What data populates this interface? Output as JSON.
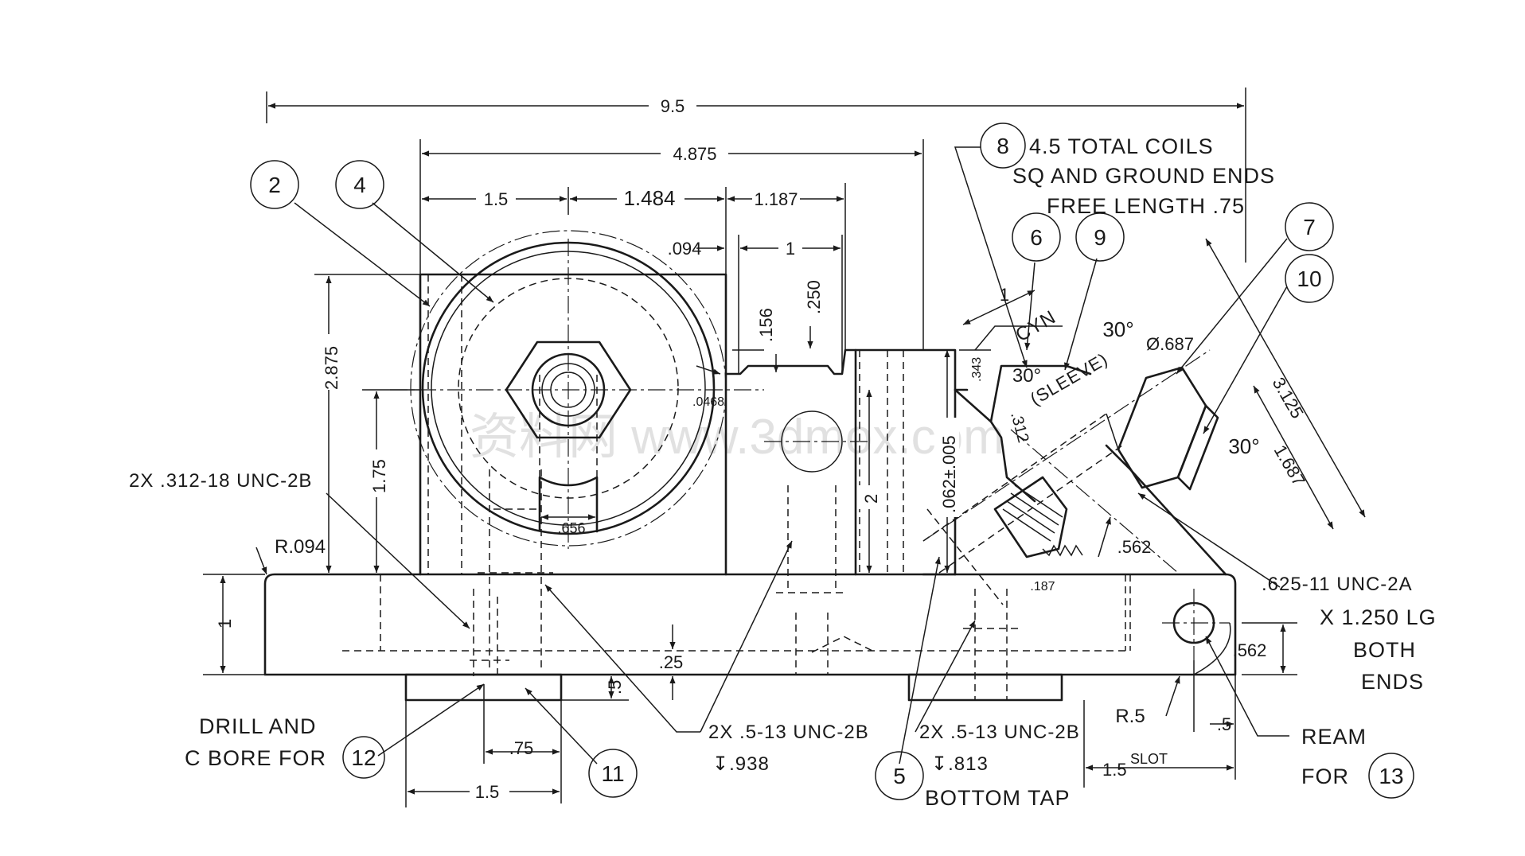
{
  "title": "",
  "watermark": "资料网 www.3dmox.com",
  "balloons": [
    "2",
    "4",
    "8",
    "6",
    "9",
    "7",
    "10",
    "11",
    "12",
    "5",
    "13"
  ],
  "dimensions": {
    "overall": "9.5",
    "upright": "4.875",
    "d1": "1.5",
    "d2": "1.484",
    "d3": "1.187",
    "d4": ".094",
    "d5": "1",
    "d6": ".250",
    "d7": ".156",
    "d8": ".0468",
    "d9": ".343",
    "d10": "2.875",
    "d11": "1.75",
    "d12": ".656",
    "d13": "2",
    "d14": ".062±.005",
    "d15": ".312",
    "d16": ".187",
    "d17": ".562",
    "d18": "3.125",
    "d19": "1.687",
    "d20": "30°",
    "d21": "30°",
    "d22": "30°",
    "d23": "1",
    "d24": "Ø.687",
    "d25": "R.094",
    "d26": "1",
    "d27": ".25",
    "d28": ".5",
    "d29": ".75",
    "d30": "1.5",
    "d31": ".562",
    "d32": "R.5",
    "d33": ".5",
    "d34": "1.5",
    "d35": "SLOT"
  },
  "notes": {
    "spring1": "4.5 TOTAL COILS",
    "spring2": "SQ AND GROUND ENDS",
    "spring3": "FREE LENGTH .75",
    "cyn": "CYN",
    "sleeve": "(SLEEVE)",
    "tap312": "2X .312-18 UNC-2B",
    "drill1": "DRILL AND",
    "drill2": "C BORE FOR",
    "tap5a1": "2X .5-13 UNC-2B",
    "tap5a2": "↧.938",
    "tap5b1": "2X .5-13 UNC-2B",
    "tap5b2": "↧.813",
    "tap5b3": "BOTTOM TAP",
    "thread1": ".625-11 UNC-2A",
    "thread2": "X 1.250 LG",
    "thread3": "BOTH",
    "thread4": "ENDS",
    "ream": "REAM",
    "reamfor": "FOR"
  }
}
